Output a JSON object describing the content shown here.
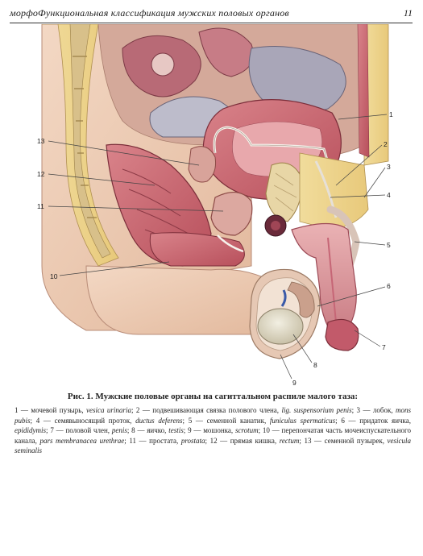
{
  "header": {
    "title": "морфоФункциональная классификация  мужских половых органов",
    "page_number": "11"
  },
  "figure": {
    "callouts": [
      "1",
      "2",
      "3",
      "4",
      "5",
      "6",
      "7",
      "8",
      "9",
      "10",
      "11",
      "12",
      "13"
    ]
  },
  "caption": {
    "title": "Рис. 1. Мужские половые органы на сагиттальном распиле малого таза:",
    "legend": [
      {
        "num": "1",
        "ru": "мочевой пузырь,",
        "lat": "vesica urinaria"
      },
      {
        "num": "2",
        "ru": "подвешивающая связка полового члена,",
        "lat": "lig. suspensorium penis"
      },
      {
        "num": "3",
        "ru": "лобок,",
        "lat": "mons pubis"
      },
      {
        "num": "4",
        "ru": "семявыносящий проток,",
        "lat": "ductus deferens"
      },
      {
        "num": "5",
        "ru": "семенной канатик,",
        "lat": "funiculus spermaticus"
      },
      {
        "num": "6",
        "ru": "придаток яичка,",
        "lat": "epididymis"
      },
      {
        "num": "7",
        "ru": "половой член,",
        "lat": "penis"
      },
      {
        "num": "8",
        "ru": "яичко,",
        "lat": "testis"
      },
      {
        "num": "9",
        "ru": "мошонка,",
        "lat": "scrotum"
      },
      {
        "num": "10",
        "ru": "перепончатая часть мочеиспускательного канала,",
        "lat": "pars membranacea urethrae"
      },
      {
        "num": "11",
        "ru": "простата,",
        "lat": "prostata"
      },
      {
        "num": "12",
        "ru": "прямая кишка,",
        "lat": "rectum"
      },
      {
        "num": "13",
        "ru": "семенной пузырек,",
        "lat": "vesicula seminalis"
      }
    ]
  }
}
